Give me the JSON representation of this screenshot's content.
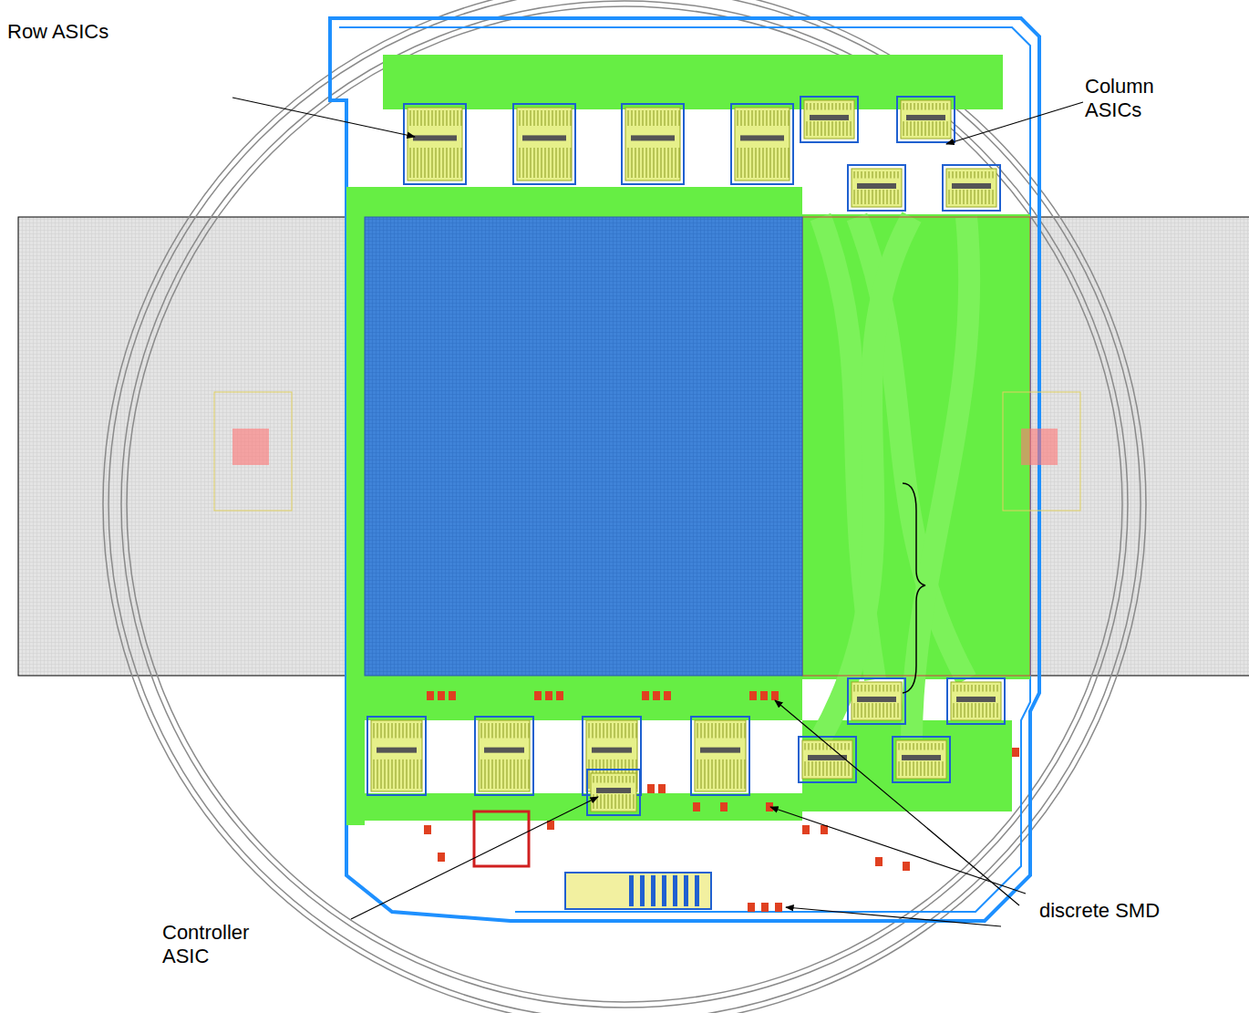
{
  "diagram": {
    "labels": [
      "Row ASICs",
      "Column ASICs",
      "Controller ASIC",
      "discrete SMD"
    ]
  }
}
